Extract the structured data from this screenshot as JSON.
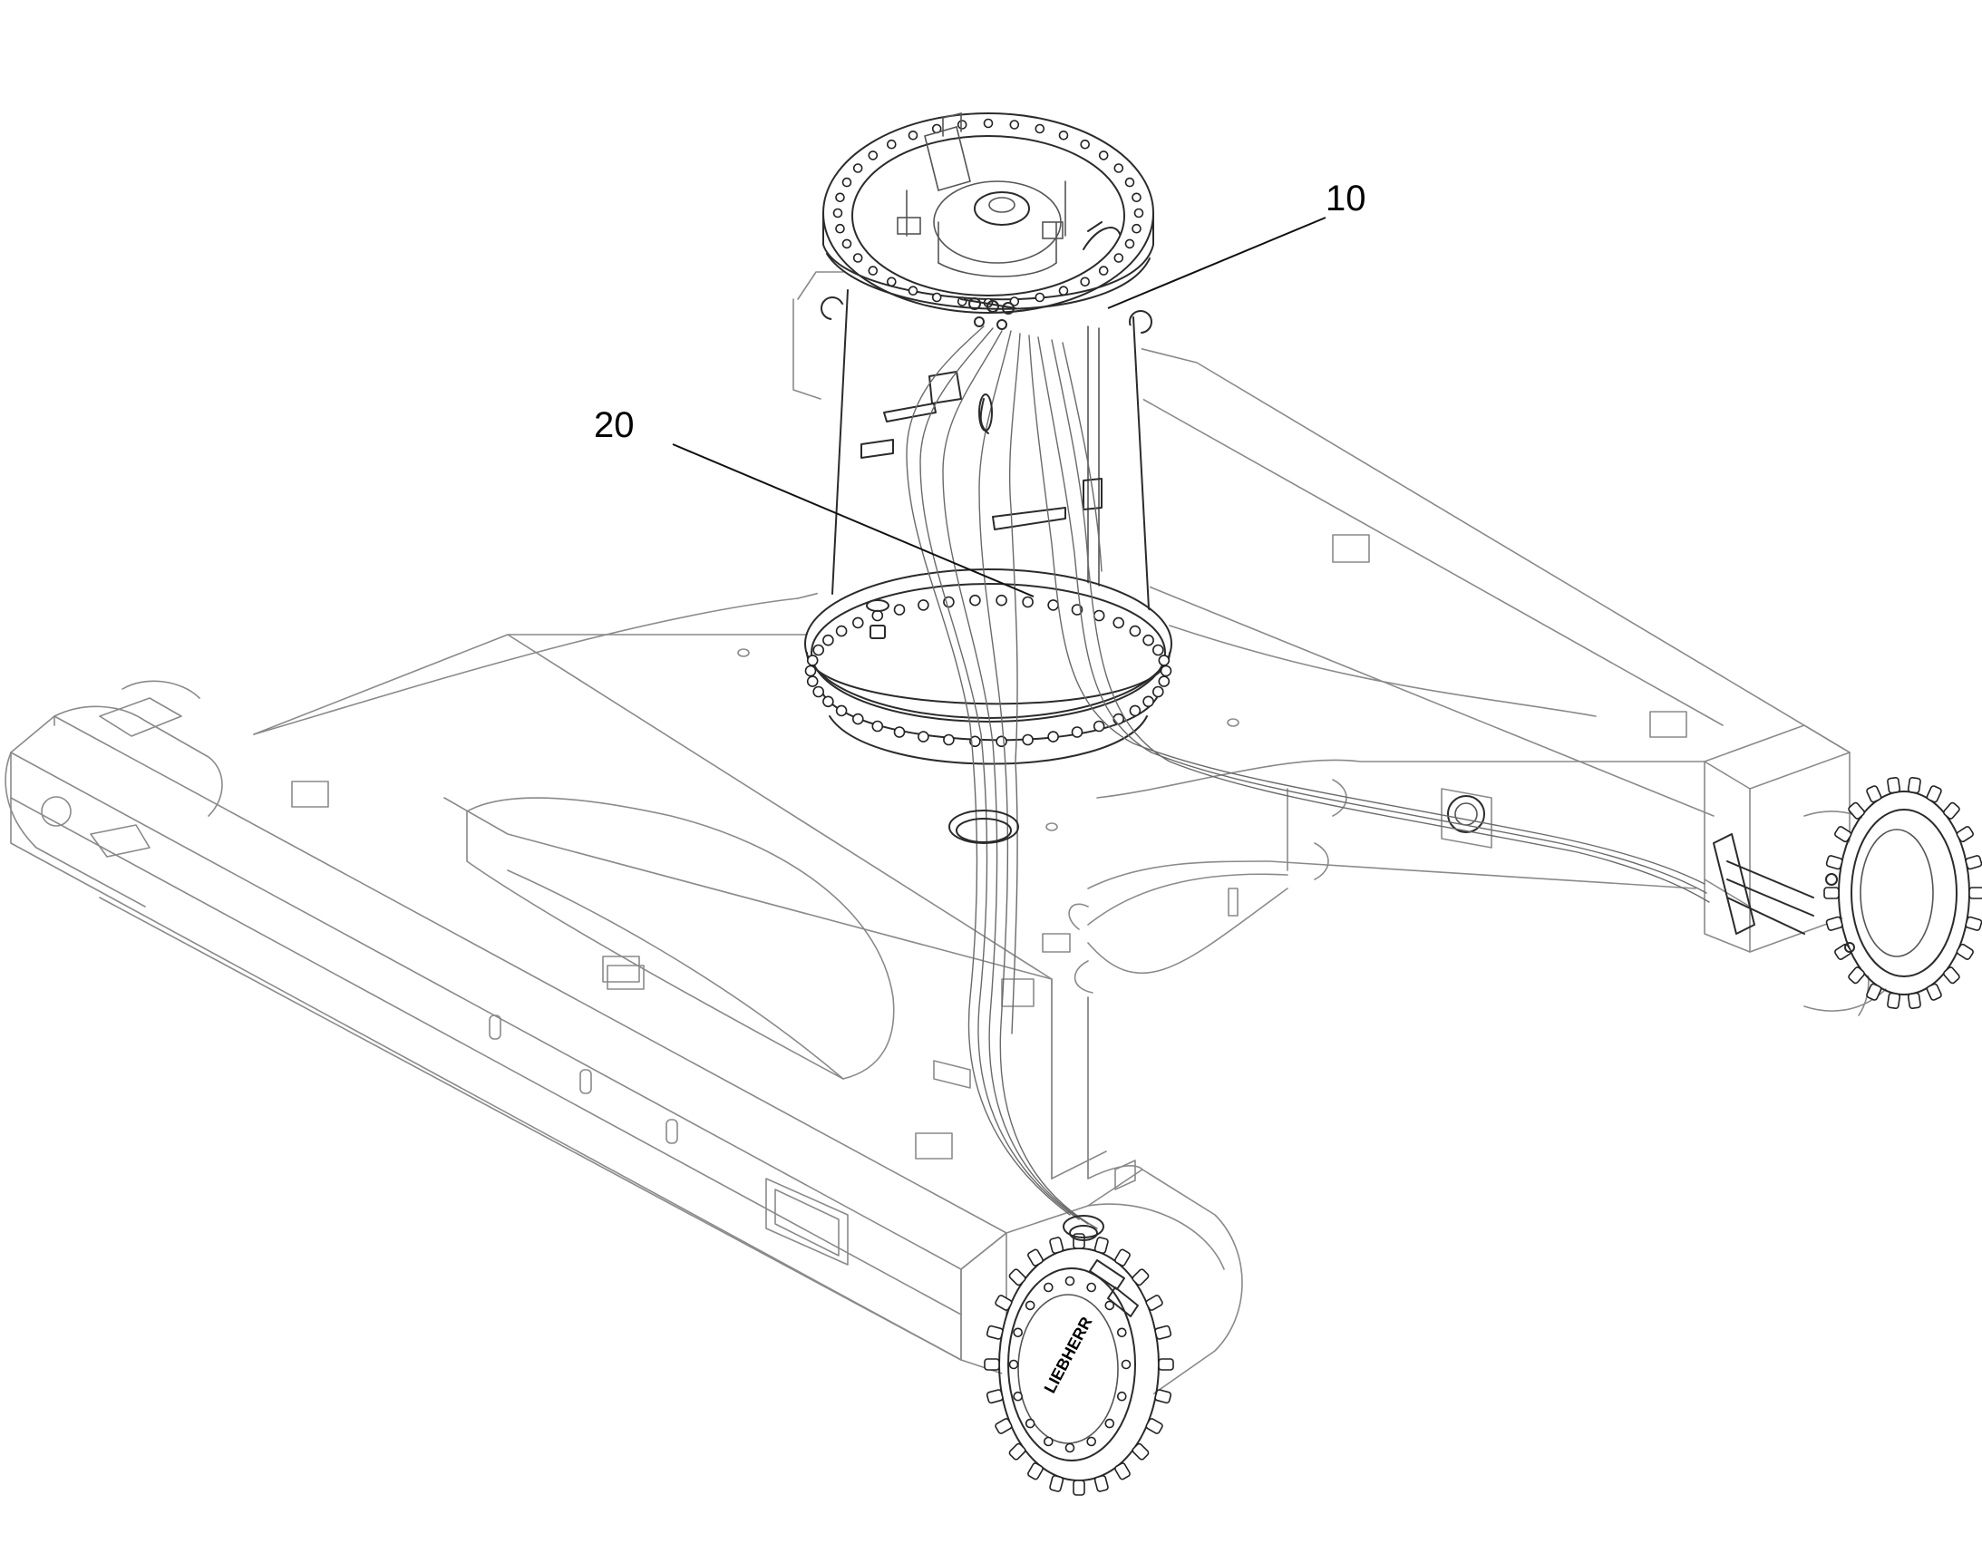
{
  "labels": {
    "ref_10": "10",
    "ref_20": "20"
  },
  "drive_brand_text": "LIEBHERR",
  "colors": {
    "line_dark": "#2b2b2b",
    "line_light": "#8a8a8a",
    "background": "#ffffff"
  }
}
